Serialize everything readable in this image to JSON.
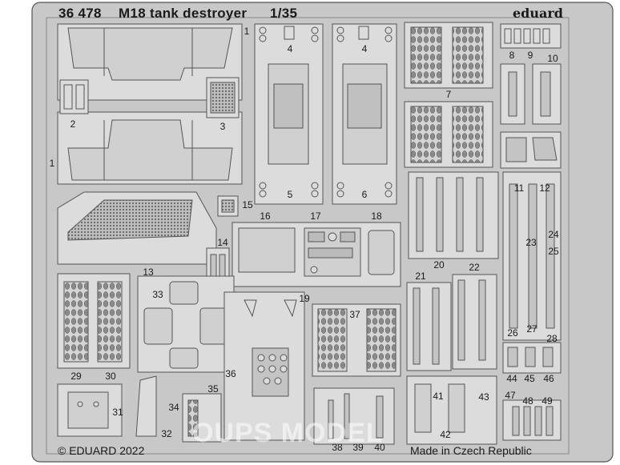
{
  "header": {
    "code": "36 478",
    "product": "M18 tank destroyer",
    "scale": "1/35",
    "brand": "eduard"
  },
  "footer": {
    "copyright": "© EDUARD 2022",
    "origin": "Made in Czech Republic"
  },
  "watermark": "OUPS MODEL",
  "colors": {
    "fret": "#c8c8c8",
    "part": "#dcdcdc",
    "line": "#555555",
    "background": "#ffffff"
  },
  "part_labels": [
    "1",
    "1",
    "2",
    "3",
    "4",
    "4",
    "5",
    "6",
    "7",
    "8",
    "9",
    "10",
    "11",
    "12",
    "13",
    "14",
    "15",
    "16",
    "17",
    "18",
    "19",
    "20",
    "21",
    "22",
    "23",
    "24",
    "25",
    "26",
    "27",
    "28",
    "29",
    "30",
    "31",
    "32",
    "33",
    "34",
    "35",
    "36",
    "37",
    "38",
    "39",
    "40",
    "41",
    "42",
    "43",
    "44",
    "45",
    "46",
    "47",
    "48",
    "49"
  ]
}
